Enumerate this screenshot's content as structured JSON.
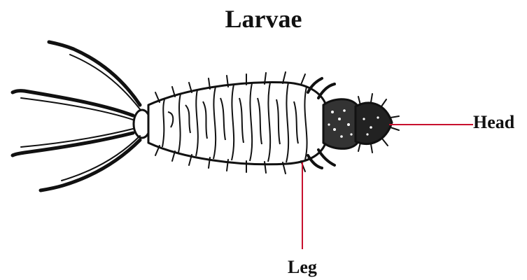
{
  "title": "Larvae",
  "labels": {
    "head": "Head",
    "leg": "Leg"
  },
  "colors": {
    "leader_line": "#c8102e",
    "ink": "#111111"
  }
}
